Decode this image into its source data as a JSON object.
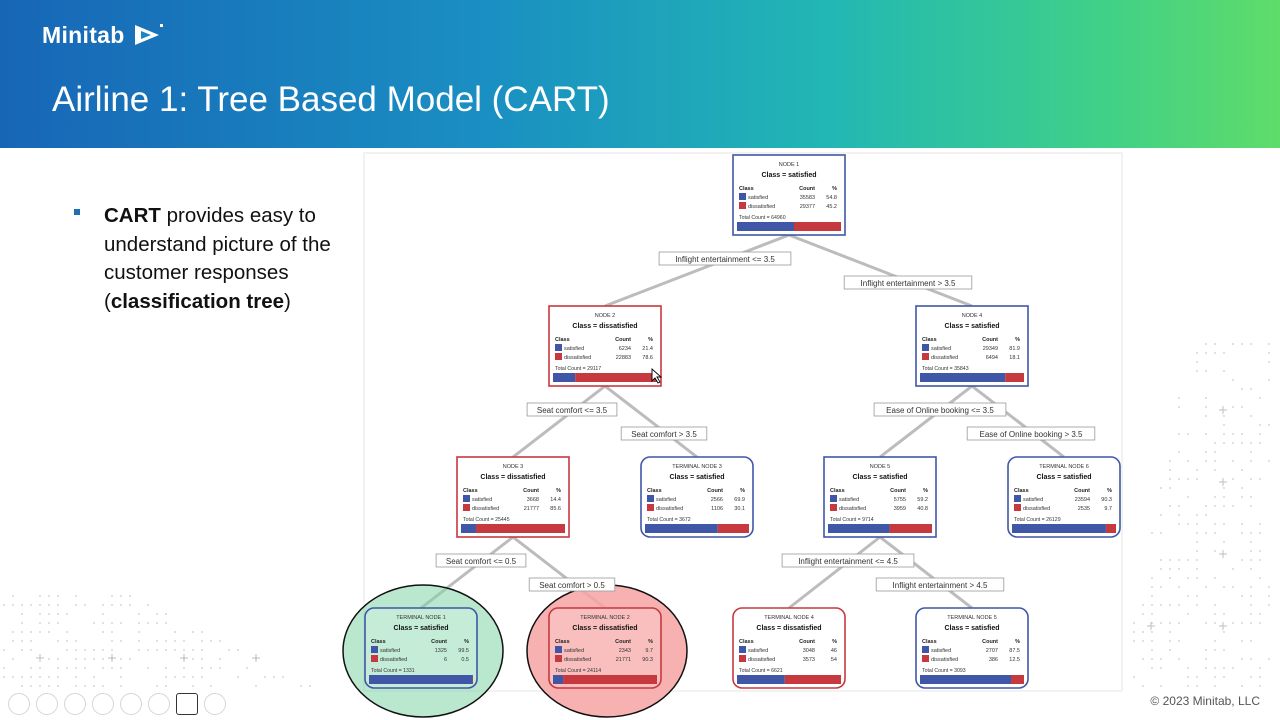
{
  "header": {
    "logo_text": "Minitab",
    "title": "Airline 1: Tree Based Model (CART)"
  },
  "bullet": {
    "bold1": "CART",
    "text1": " provides easy to understand picture of the customer responses (",
    "bold2": "classification tree",
    "text2": ")"
  },
  "footer": {
    "copyright": "© 2023 Minitab, LLC"
  },
  "colors": {
    "satisfied": "#3f57a6",
    "dissatisfied": "#c6393f",
    "green_highlight": "#7fd6a6",
    "red_highlight": "#f7a3a3"
  },
  "tree": {
    "nodes": [
      {
        "id": "n1",
        "title": "NODE 1",
        "class_label": "Class = satisfied",
        "winner": "satisfied",
        "rows": [
          {
            "name": "satisfied",
            "count": "35583",
            "pct": "54.8"
          },
          {
            "name": "dissatisfied",
            "count": "29377",
            "pct": "45.2"
          }
        ],
        "total": "Total Count = 64960",
        "sat_frac": 0.548,
        "terminal": false
      },
      {
        "id": "n2",
        "title": "NODE 2",
        "class_label": "Class = dissatisfied",
        "winner": "dissatisfied",
        "rows": [
          {
            "name": "satisfied",
            "count": "6234",
            "pct": "21.4"
          },
          {
            "name": "dissatisfied",
            "count": "22883",
            "pct": "78.6"
          }
        ],
        "total": "Total Count = 29117",
        "sat_frac": 0.214,
        "terminal": false
      },
      {
        "id": "n4",
        "title": "NODE 4",
        "class_label": "Class = satisfied",
        "winner": "satisfied",
        "rows": [
          {
            "name": "satisfied",
            "count": "29349",
            "pct": "81.9"
          },
          {
            "name": "dissatisfied",
            "count": "6494",
            "pct": "18.1"
          }
        ],
        "total": "Total Count = 35843",
        "sat_frac": 0.819,
        "terminal": false
      },
      {
        "id": "n3",
        "title": "NODE 3",
        "class_label": "Class = dissatisfied",
        "winner": "dissatisfied",
        "rows": [
          {
            "name": "satisfied",
            "count": "3668",
            "pct": "14.4"
          },
          {
            "name": "dissatisfied",
            "count": "21777",
            "pct": "85.6"
          }
        ],
        "total": "Total Count = 25445",
        "sat_frac": 0.144,
        "terminal": false
      },
      {
        "id": "t3",
        "title": "TERMINAL NODE 3",
        "class_label": "Class = satisfied",
        "winner": "satisfied",
        "rows": [
          {
            "name": "satisfied",
            "count": "2566",
            "pct": "69.9"
          },
          {
            "name": "dissatisfied",
            "count": "1106",
            "pct": "30.1"
          }
        ],
        "total": "Total Count = 3672",
        "sat_frac": 0.699,
        "terminal": true
      },
      {
        "id": "n5",
        "title": "NODE 5",
        "class_label": "Class = satisfied",
        "winner": "satisfied",
        "rows": [
          {
            "name": "satisfied",
            "count": "5755",
            "pct": "59.2"
          },
          {
            "name": "dissatisfied",
            "count": "3959",
            "pct": "40.8"
          }
        ],
        "total": "Total Count = 9714",
        "sat_frac": 0.592,
        "terminal": false
      },
      {
        "id": "t6",
        "title": "TERMINAL NODE 6",
        "class_label": "Class = satisfied",
        "winner": "satisfied",
        "rows": [
          {
            "name": "satisfied",
            "count": "23594",
            "pct": "90.3"
          },
          {
            "name": "dissatisfied",
            "count": "2535",
            "pct": "9.7"
          }
        ],
        "total": "Total Count = 26129",
        "sat_frac": 0.903,
        "terminal": true
      },
      {
        "id": "t1",
        "title": "TERMINAL NODE 1",
        "class_label": "Class = satisfied",
        "winner": "satisfied",
        "rows": [
          {
            "name": "satisfied",
            "count": "1325",
            "pct": "99.5"
          },
          {
            "name": "dissatisfied",
            "count": "6",
            "pct": "0.5"
          }
        ],
        "total": "Total Count = 1331",
        "sat_frac": 0.995,
        "terminal": true,
        "highlight": "green"
      },
      {
        "id": "t2",
        "title": "TERMINAL NODE 2",
        "class_label": "Class = dissatisfied",
        "winner": "dissatisfied",
        "rows": [
          {
            "name": "satisfied",
            "count": "2343",
            "pct": "9.7"
          },
          {
            "name": "dissatisfied",
            "count": "21771",
            "pct": "90.3"
          }
        ],
        "total": "Total Count = 24114",
        "sat_frac": 0.097,
        "terminal": true,
        "highlight": "red"
      },
      {
        "id": "t4",
        "title": "TERMINAL NODE 4",
        "class_label": "Class = dissatisfied",
        "winner": "dissatisfied",
        "rows": [
          {
            "name": "satisfied",
            "count": "3048",
            "pct": "46"
          },
          {
            "name": "dissatisfied",
            "count": "3573",
            "pct": "54"
          }
        ],
        "total": "Total Count = 6621",
        "sat_frac": 0.46,
        "terminal": true
      },
      {
        "id": "t5",
        "title": "TERMINAL NODE 5",
        "class_label": "Class = satisfied",
        "winner": "satisfied",
        "rows": [
          {
            "name": "satisfied",
            "count": "2707",
            "pct": "87.5"
          },
          {
            "name": "dissatisfied",
            "count": "386",
            "pct": "12.5"
          }
        ],
        "total": "Total Count = 3093",
        "sat_frac": 0.875,
        "terminal": true
      }
    ],
    "header_class": "Class",
    "header_count": "Count",
    "header_pct": "%",
    "edges": [
      {
        "from": "n1",
        "to": "n2",
        "label": "Inflight entertainment <= 3.5"
      },
      {
        "from": "n1",
        "to": "n4",
        "label": "Inflight entertainment > 3.5"
      },
      {
        "from": "n2",
        "to": "n3",
        "label": "Seat comfort <= 3.5"
      },
      {
        "from": "n2",
        "to": "t3",
        "label": "Seat comfort > 3.5"
      },
      {
        "from": "n4",
        "to": "n5",
        "label": "Ease of Online booking <= 3.5"
      },
      {
        "from": "n4",
        "to": "t6",
        "label": "Ease of Online booking > 3.5"
      },
      {
        "from": "n3",
        "to": "t1",
        "label": "Seat comfort <= 0.5"
      },
      {
        "from": "n3",
        "to": "t2",
        "label": "Seat comfort > 0.5"
      },
      {
        "from": "n5",
        "to": "t4",
        "label": "Inflight entertainment <= 4.5"
      },
      {
        "from": "n5",
        "to": "t5",
        "label": "Inflight entertainment > 4.5"
      }
    ]
  }
}
